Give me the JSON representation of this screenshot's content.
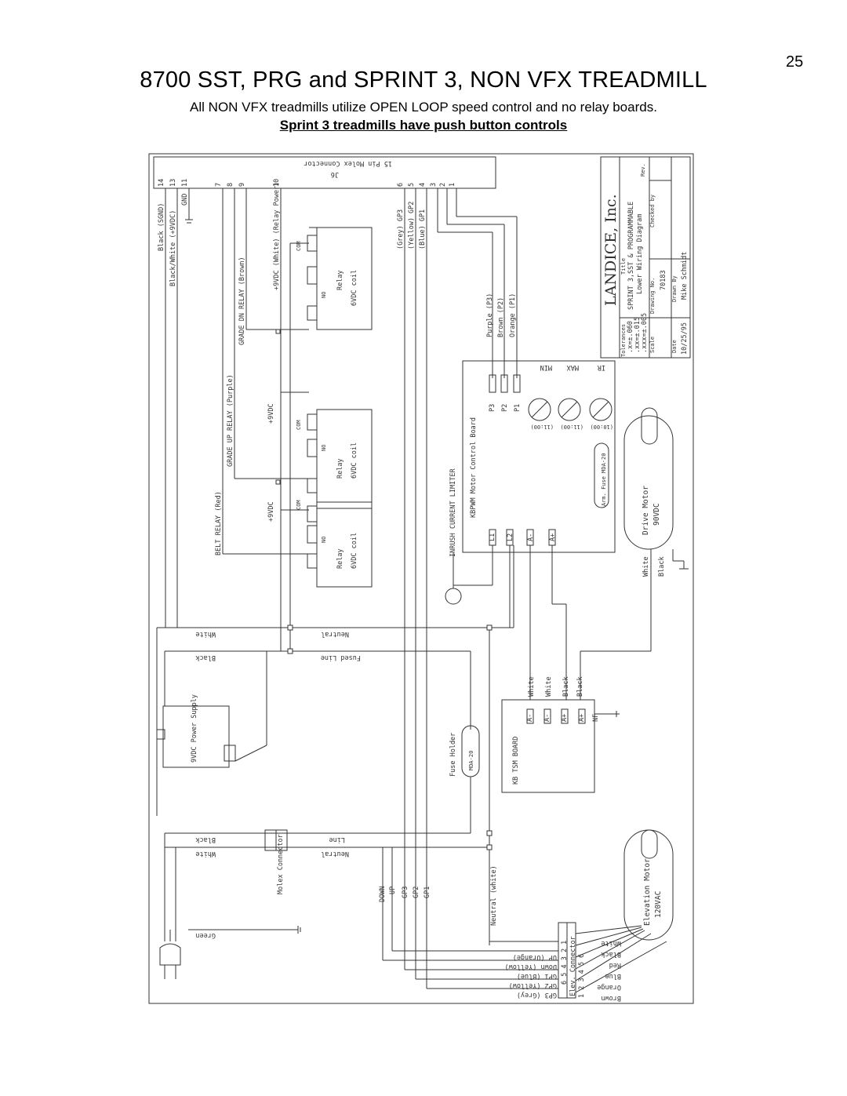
{
  "page": {
    "number": "25",
    "title": "8700 SST, PRG and SPRINT 3, NON VFX TREADMILL",
    "subtitle": "All NON VFX treadmills utilize OPEN LOOP speed control and no relay boards.",
    "note": "Sprint 3 treadmills have push button controls"
  },
  "title_block": {
    "company": "LANDICE, Inc.",
    "title_label": "Title",
    "title_line1": "SPRINT 3,SST & PROGRAMMABLE",
    "title_line2": "Lower Wiring Diagram",
    "rev_label": "Rev.",
    "tolerances_label": "Tolerances",
    "tol1": ".x=±.060",
    "tol2": ".xx=±.015",
    "tol3": ".xxx=±.005",
    "scale_label": "Scale",
    "drawing_no_label": "Drawing No.",
    "drawing_no": "70183",
    "checked_by_label": "Checked by",
    "date_label": "Date",
    "date": "10/25/95",
    "drawn_by_label": "Drawn By",
    "drawn_by": "Mike Schmidt"
  },
  "connector_j6": {
    "name": "15 Pin Molex Connector",
    "ref": "J6",
    "pins": [
      {
        "num": "14",
        "label": "Black (SGND)"
      },
      {
        "num": "13",
        "label": "Black/White (+9VDC)"
      },
      {
        "num": "11",
        "label": "GND"
      },
      {
        "num": "7",
        "label": "BELT RELAY (Red)"
      },
      {
        "num": "8",
        "label": "GRADE UP RELAY (Purple)"
      },
      {
        "num": "9",
        "label": "GRADE DN RELAY (Brown)"
      },
      {
        "num": "10",
        "label": "+9VDC (White) (Relay Power)"
      },
      {
        "num": "6",
        "label": "(Grey) GP3"
      },
      {
        "num": "5",
        "label": "(Yellow) GP2"
      },
      {
        "num": "4",
        "label": "(Blue) GP1"
      },
      {
        "num": "3",
        "label": ""
      },
      {
        "num": "2",
        "label": ""
      },
      {
        "num": "1",
        "label": ""
      }
    ]
  },
  "relays": [
    {
      "name": "Relay",
      "coil": "6VDC coil",
      "com": "COM",
      "no": "NO",
      "supply": ""
    },
    {
      "name": "Relay",
      "coil": "6VDC coil",
      "com": "COM",
      "no": "NO",
      "supply": "+9VDC"
    },
    {
      "name": "Relay",
      "coil": "6VDC coil",
      "com": "COM",
      "no": "NO",
      "supply": "+9VDC"
    }
  ],
  "control_board": {
    "name": "KBPWM Motor Control Board",
    "limiter": "INRUSH CURRENT LIMITER",
    "pot_wires": [
      "Purple (P3)",
      "Brown (P2)",
      "Orange (P1)"
    ],
    "pins": [
      "P3",
      "P2",
      "P1"
    ],
    "trimpots": [
      {
        "label": "MIN",
        "time": "(11:00)"
      },
      {
        "label": "MAX",
        "time": "(11:00)"
      },
      {
        "label": "IR",
        "time": "(10:00)"
      }
    ],
    "fuse": "Arm. Fuse MDA-20",
    "terminals": [
      "L1",
      "L2",
      "A-",
      "A+"
    ]
  },
  "drive_motor": {
    "name": "Drive Motor",
    "rating": "90VDC",
    "wires": [
      "White",
      "Black"
    ]
  },
  "tsm_board": {
    "name": "KB TSM BOARD",
    "terminals": [
      "A-",
      "A-",
      "A+",
      "A+",
      "NF"
    ],
    "wires": [
      "White",
      "White",
      "Black",
      "Black"
    ]
  },
  "fuse_holder": {
    "name": "Fuse Holder",
    "fuse": "MDA-20"
  },
  "power_supply": {
    "name": "9VDC Power Supply"
  },
  "molex": {
    "name": "Molex Connector"
  },
  "line_labels": {
    "white1": "White",
    "neutral1": "Neutral",
    "black1": "Black",
    "fused_line": "Fused Line",
    "black2": "Black",
    "line": "Line",
    "white2": "White",
    "neutral2": "Neutral",
    "green": "Green",
    "neutral_white": "Neutral (white)"
  },
  "switch_leads": [
    "DOWN",
    "UP",
    "GP3",
    "GP2",
    "GP1"
  ],
  "elev_connector": {
    "name": "Elev. Connector",
    "top_pins": "6 5 4 3 2 1",
    "bottom_pins": "1 2 3 4 5 6"
  },
  "elev_wires": [
    "UP (Orange)",
    "Down (Yellow)",
    "GP1 (Blue)",
    "GP2 (Yellow)",
    "GP3 (Grey)"
  ],
  "elev_motor": {
    "name": "Elevation Motor",
    "rating": "120VAC",
    "wires": [
      "White",
      "Black",
      "Red",
      "Blue",
      "Orange",
      "Brown"
    ]
  }
}
